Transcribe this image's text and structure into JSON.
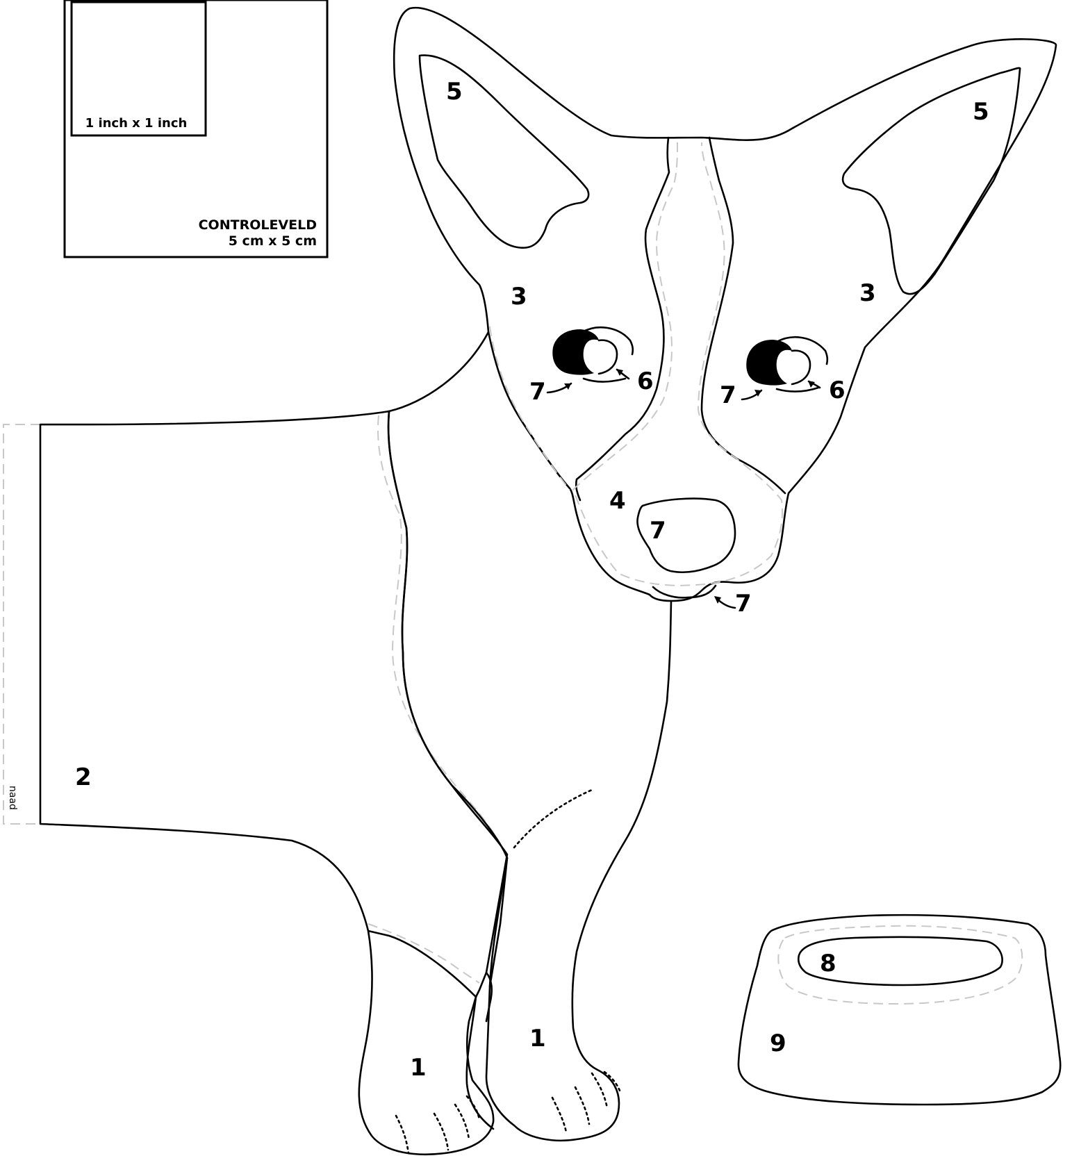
{
  "control_box": {
    "inch_label": "1 inch x 1 inch",
    "title": "CONTROLEVELD",
    "size_label": "5 cm x 5 cm"
  },
  "seam_label": "naad",
  "pieces": {
    "leg_front": "1",
    "leg_back": "1",
    "body": "2",
    "face_left": "3",
    "face_right": "3",
    "blaze": "4",
    "ear_left": "5",
    "ear_right": "5",
    "eye_highlight_left": "6",
    "eye_highlight_right": "6",
    "eye_lower_left": "7",
    "eye_lower_right": "7",
    "nose": "7",
    "chin": "7",
    "bowl_inside": "8",
    "bowl_outside": "9"
  },
  "colors": {
    "line": "#000000",
    "seam": "#c8c8c8",
    "background": "#ffffff"
  }
}
